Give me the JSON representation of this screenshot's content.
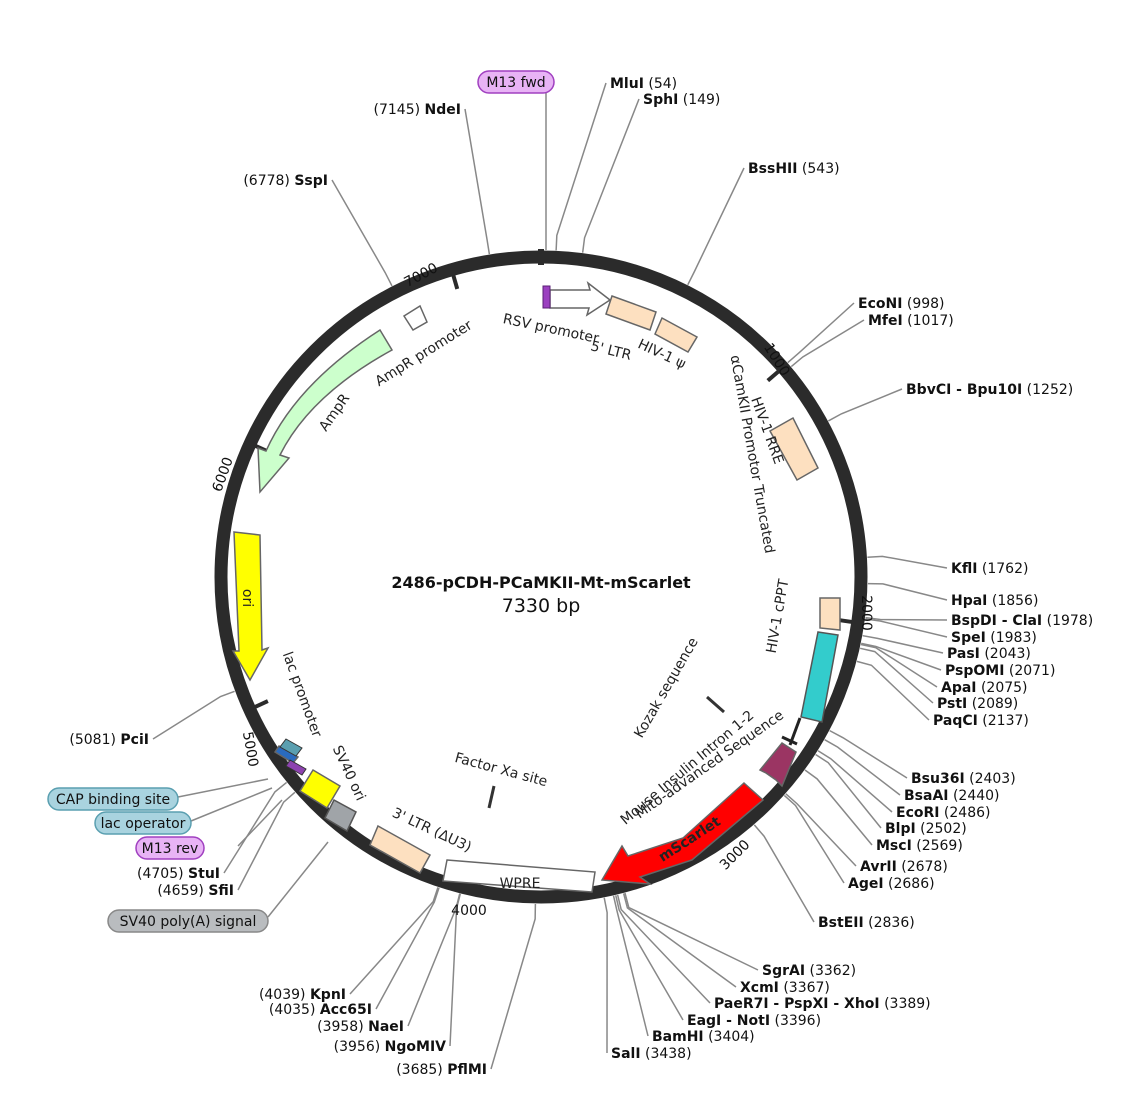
{
  "plasmid": {
    "name": "2486-pCDH-PCaMKII-Mt-mScarlet",
    "size_label": "7330 bp",
    "length": 7330
  },
  "ticks": [
    {
      "pos": 1000,
      "label": "1000"
    },
    {
      "pos": 2000,
      "label": "2000"
    },
    {
      "pos": 3000,
      "label": "3000"
    },
    {
      "pos": 4000,
      "label": "4000"
    },
    {
      "pos": 5000,
      "label": "5000"
    },
    {
      "pos": 6000,
      "label": "6000"
    },
    {
      "pos": 7000,
      "label": "7000"
    }
  ],
  "sites": [
    {
      "name": "MluI",
      "pos": "(54)",
      "bp": 54
    },
    {
      "name": "SphI",
      "pos": "(149)",
      "bp": 149
    },
    {
      "name": "BssHII",
      "pos": "(543)",
      "bp": 543
    },
    {
      "name": "EcoNI",
      "pos": "(998)",
      "bp": 998
    },
    {
      "name": "MfeI",
      "pos": "(1017)",
      "bp": 1017
    },
    {
      "name": "BbvCI - Bpu10I",
      "pos": "(1252)",
      "bp": 1252
    },
    {
      "name": "KflI",
      "pos": "(1762)",
      "bp": 1762
    },
    {
      "name": "HpaI",
      "pos": "(1856)",
      "bp": 1856
    },
    {
      "name": "BspDI - ClaI",
      "pos": "(1978)",
      "bp": 1978
    },
    {
      "name": "SpeI",
      "pos": "(1983)",
      "bp": 1983
    },
    {
      "name": "PasI",
      "pos": "(2043)",
      "bp": 2043
    },
    {
      "name": "PspOMI",
      "pos": "(2071)",
      "bp": 2071
    },
    {
      "name": "ApaI",
      "pos": "(2075)",
      "bp": 2075
    },
    {
      "name": "PstI",
      "pos": "(2089)",
      "bp": 2089
    },
    {
      "name": "PaqCI",
      "pos": "(2137)",
      "bp": 2137
    },
    {
      "name": "Bsu36I",
      "pos": "(2403)",
      "bp": 2403
    },
    {
      "name": "BsaAI",
      "pos": "(2440)",
      "bp": 2440
    },
    {
      "name": "EcoRI",
      "pos": "(2486)",
      "bp": 2486
    },
    {
      "name": "BlpI",
      "pos": "(2502)",
      "bp": 2502
    },
    {
      "name": "MscI",
      "pos": "(2569)",
      "bp": 2569
    },
    {
      "name": "AvrII",
      "pos": "(2678)",
      "bp": 2678
    },
    {
      "name": "AgeI",
      "pos": "(2686)",
      "bp": 2686
    },
    {
      "name": "BstEII",
      "pos": "(2836)",
      "bp": 2836
    },
    {
      "name": "SgrAI",
      "pos": "(3362)",
      "bp": 3362
    },
    {
      "name": "XcmI",
      "pos": "(3367)",
      "bp": 3367
    },
    {
      "name": "PaeR7I - PspXI - XhoI",
      "pos": "(3389)",
      "bp": 3389
    },
    {
      "name": "EagI - NotI",
      "pos": "(3396)",
      "bp": 3396
    },
    {
      "name": "BamHI",
      "pos": "(3404)",
      "bp": 3404
    },
    {
      "name": "SalI",
      "pos": "(3438)",
      "bp": 3438
    },
    {
      "name": "PflMI",
      "pos": "(3685)",
      "bp": 3685
    },
    {
      "name": "NgoMIV",
      "pos": "(3956)",
      "bp": 3956
    },
    {
      "name": "NaeI",
      "pos": "(3958)",
      "bp": 3958
    },
    {
      "name": "Acc65I",
      "pos": "(4035)",
      "bp": 4035
    },
    {
      "name": "KpnI",
      "pos": "(4039)",
      "bp": 4039
    },
    {
      "name": "SfiI",
      "pos": "(4659)",
      "bp": 4659
    },
    {
      "name": "StuI",
      "pos": "(4705)",
      "bp": 4705
    },
    {
      "name": "PciI",
      "pos": "(5081)",
      "bp": 5081
    },
    {
      "name": "SspI",
      "pos": "(6778)",
      "bp": 6778
    },
    {
      "name": "NdeI",
      "pos": "(7145)",
      "bp": 7145
    }
  ],
  "primers_and_tags": [
    {
      "label": "M13 fwd",
      "kind": "primer",
      "color": "#e8b3f5",
      "stroke": "#a040c0"
    },
    {
      "label": "CAP binding site",
      "kind": "protein_bind",
      "color": "#a9d3df",
      "stroke": "#5a9fb0"
    },
    {
      "label": "lac operator",
      "kind": "protein_bind",
      "color": "#a9d3df",
      "stroke": "#5a9fb0"
    },
    {
      "label": "M13 rev",
      "kind": "primer",
      "color": "#e8b3f5",
      "stroke": "#a040c0"
    },
    {
      "label": "SV40 poly(A) signal",
      "kind": "polyA",
      "color": "#b9bcbf",
      "stroke": "#888"
    }
  ],
  "features": [
    {
      "label": "RSV promoter",
      "color": "#ffffff"
    },
    {
      "label": "5' LTR",
      "color": "#fde0c0"
    },
    {
      "label": "HIV-1 ψ",
      "color": "#fde0c0"
    },
    {
      "label": "HIV-1 RRE",
      "color": "#fde0c0"
    },
    {
      "label": "αCamKII Promotor Truncated",
      "color": "#ffffff"
    },
    {
      "label": "HIV-1 cPPT",
      "color": "#fde0c0"
    },
    {
      "label": "Kozak sequence",
      "color": "#333333"
    },
    {
      "label": "Mouse Insulin Intron 1-2",
      "color": "#333333"
    },
    {
      "label": "Mito-advanced Sequence",
      "color": "#9b3563"
    },
    {
      "label": "mScarlet",
      "color": "#ff0000"
    },
    {
      "label": "Factor Xa site",
      "color": "#333333"
    },
    {
      "label": "WPRE",
      "color": "#ffffff"
    },
    {
      "label": "3' LTR (ΔU3)",
      "color": "#fde0c0"
    },
    {
      "label": "SV40 ori",
      "color": "#ffff00"
    },
    {
      "label": "lac promoter",
      "color": "#2a6bbf"
    },
    {
      "label": "ori",
      "color": "#ffff00"
    },
    {
      "label": "AmpR",
      "color": "#ccffcc"
    },
    {
      "label": "AmpR promoter",
      "color": "#ffffff"
    }
  ]
}
